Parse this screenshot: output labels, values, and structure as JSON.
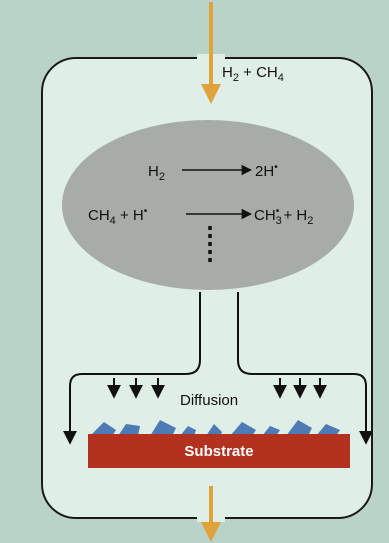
{
  "feed_gas": {
    "h2": "H",
    "h2_sub": "2",
    "plus": " + ",
    "ch4": "CH",
    "ch4_sub": "4"
  },
  "reaction_1": {
    "lhs": "H",
    "lhs_sub": "2",
    "rhs": "2H",
    "rhs_sup": "•"
  },
  "reaction_2": {
    "lhs_a": "CH",
    "lhs_a_sub": "4",
    "lhs_plus": " + ",
    "lhs_b": "H",
    "lhs_b_sup": "•",
    "rhs_a": "CH",
    "rhs_a_sub": "3",
    "rhs_a_sup": "•",
    "rhs_plus": " + ",
    "rhs_b": "H",
    "rhs_b_sub": "2"
  },
  "diffusion_label": "Diffusion",
  "substrate_label": "Substrate",
  "colors": {
    "background": "#b9d3c8",
    "chamber_fill": "#dfeee6",
    "ellipse": "#a7aca8",
    "substrate": "#b3311f",
    "deposit": "#4d7bb6",
    "flow_arrow": "#e0a23a",
    "line": "#111111"
  }
}
